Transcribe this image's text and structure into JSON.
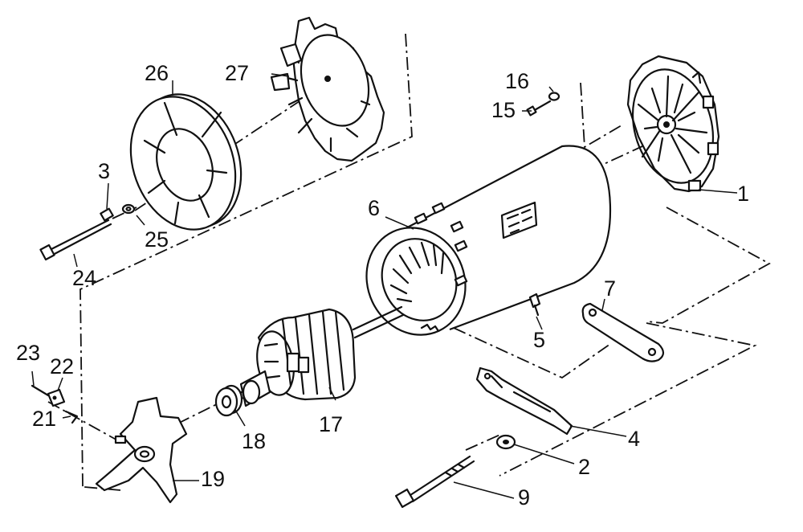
{
  "diagram": {
    "labels": {
      "l1": "1",
      "l2": "2",
      "l3": "3",
      "l4": "4",
      "l5": "5",
      "l6": "6",
      "l7": "7",
      "l9": "9",
      "l15": "15",
      "l16": "16",
      "l17": "17",
      "l18": "18",
      "l19": "19",
      "l21": "21",
      "l22": "22",
      "l23": "23",
      "l24": "24",
      "l25": "25",
      "l26": "26",
      "l27": "27"
    }
  }
}
